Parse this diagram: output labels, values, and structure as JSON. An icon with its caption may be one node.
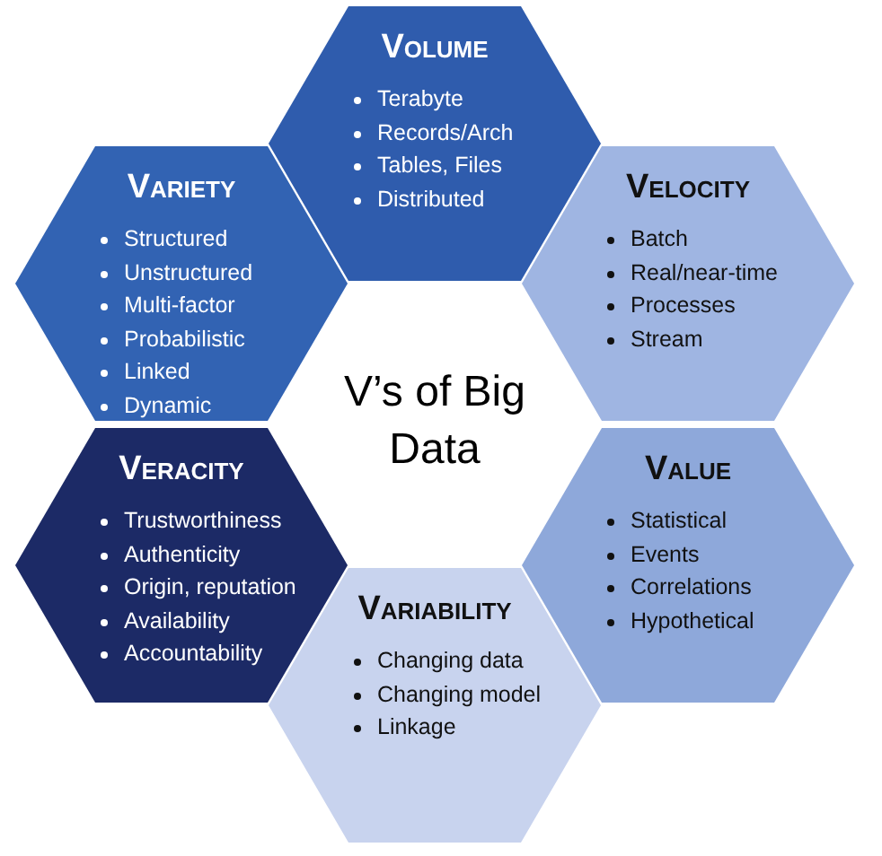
{
  "diagram": {
    "nodes": [
      {
        "text": [
          "V’s of Big Data"
        ]
      },
      {
        "text": [
          "Volume",
          "Terabyte",
          "Records/Arch",
          "Tables, Files",
          "Distributed"
        ]
      },
      {
        "text": [
          "Velocity",
          "Batch",
          "Real/near-time",
          "Processes",
          "Stream"
        ]
      },
      {
        "text": [
          "Value",
          "Statistical",
          "Events",
          "Correlations",
          "Hypothetical"
        ]
      },
      {
        "text": [
          "Variability",
          "Changing data",
          "Changing model",
          "Linkage"
        ]
      },
      {
        "text": [
          "Veracity",
          "Trustworthiness",
          "Authenticity",
          "Origin, reputation",
          "Availability",
          "Accountability"
        ]
      },
      {
        "text": [
          "Variety",
          "Structured",
          "Unstructured",
          "Multi-factor",
          "Probabilistic",
          "Linked",
          "Dynamic"
        ]
      }
    ]
  }
}
